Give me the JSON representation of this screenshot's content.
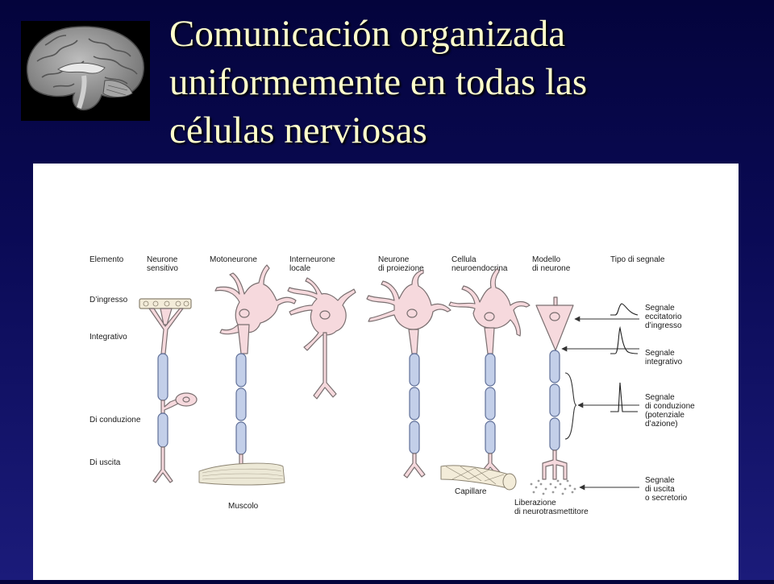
{
  "title": {
    "lines": [
      "Comunicación organizada",
      "uniformemente en todas las",
      "células nerviosas"
    ]
  },
  "figure": {
    "column_headers": [
      {
        "lines": [
          "Elemento"
        ]
      },
      {
        "lines": [
          "Neurone",
          "sensitivo"
        ]
      },
      {
        "lines": [
          "Motoneurone"
        ]
      },
      {
        "lines": [
          "Interneurone",
          "locale"
        ]
      },
      {
        "lines": [
          "Neurone",
          "di proiezione"
        ]
      },
      {
        "lines": [
          "Cellula",
          "neuroendocrina"
        ]
      },
      {
        "lines": [
          "Modello",
          "di neurone"
        ]
      },
      {
        "lines": [
          "Tipo di segnale"
        ]
      }
    ],
    "row_labels": [
      "D’ingresso",
      "Integrativo",
      "Di conduzione",
      "Di uscita"
    ],
    "signal_labels": [
      {
        "lines": [
          "Segnale",
          "eccitatorio",
          "d’ingresso"
        ]
      },
      {
        "lines": [
          "Segnale",
          "integrativo"
        ]
      },
      {
        "lines": [
          "Segnale",
          "di conduzione",
          "(potenziale",
          "d’azione)"
        ]
      },
      {
        "lines": [
          "Segnale",
          "di uscita",
          "o secretorio"
        ]
      }
    ],
    "bottom_labels": {
      "muscle": "Muscolo",
      "capillary": "Capillare",
      "release": [
        "Liberazione",
        "di neurotrasmettitore"
      ]
    },
    "colors": {
      "neuron_fill": "#f6d9dd",
      "neuron_stroke": "#7a6f70",
      "myelin_fill": "#c3cfe9",
      "myelin_stroke": "#5f6f98",
      "title_text": "#ffffcc"
    }
  }
}
